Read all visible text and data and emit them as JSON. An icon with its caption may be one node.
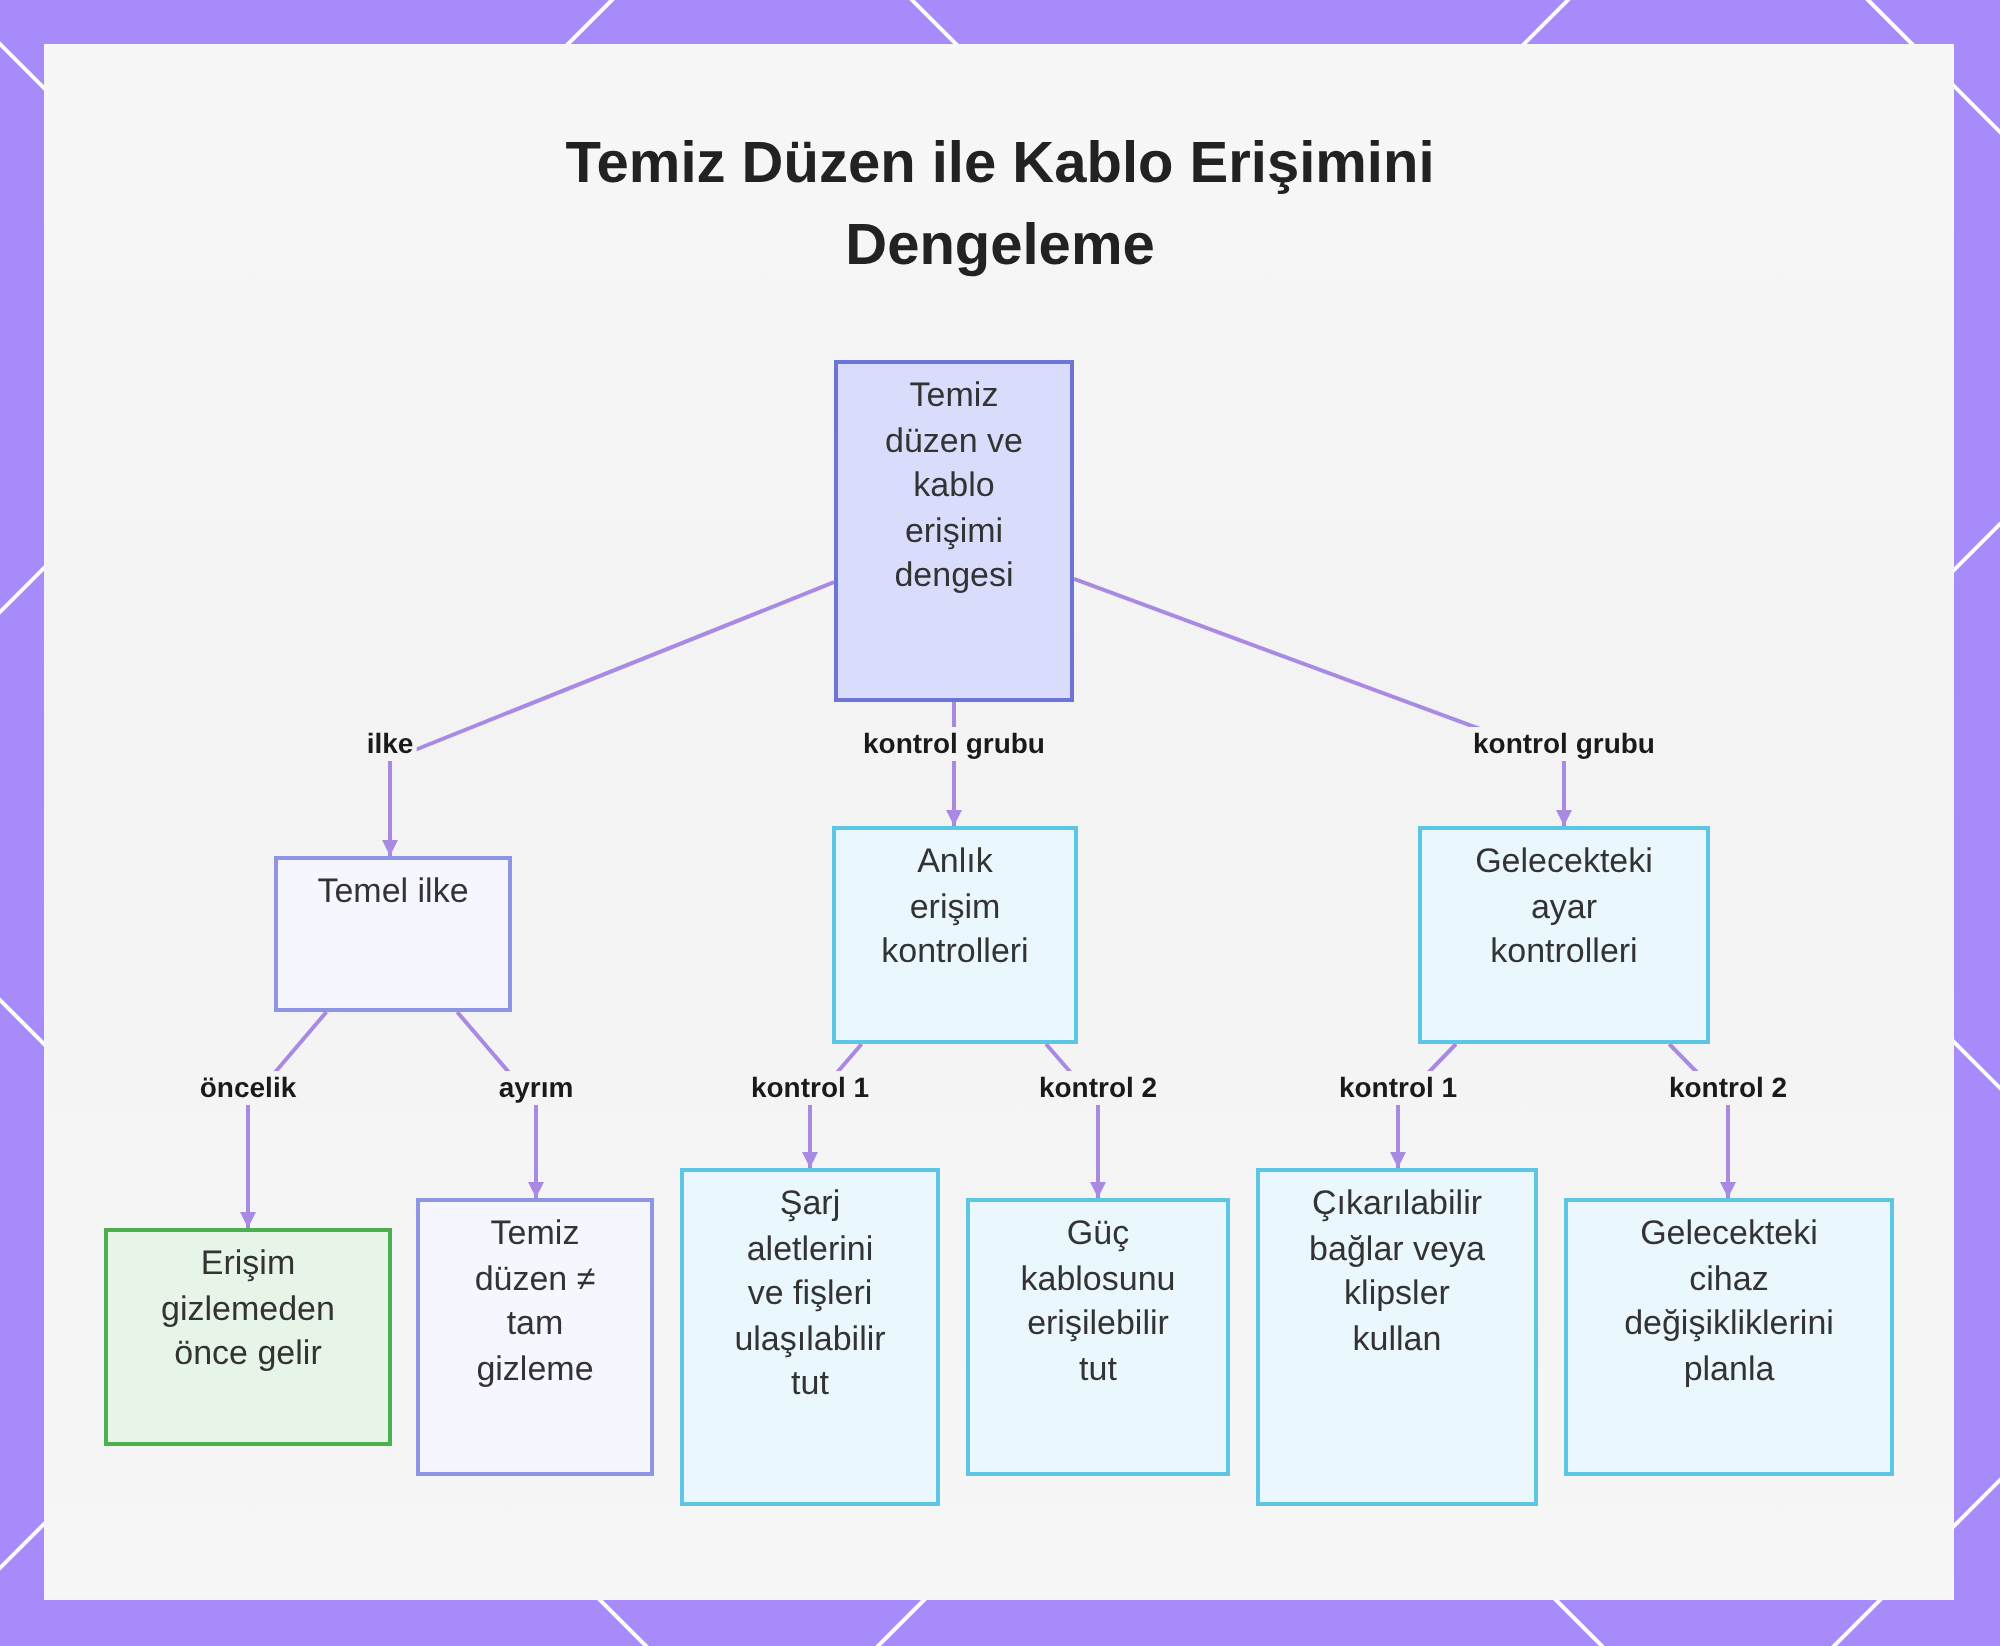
{
  "diagram": {
    "title": "Temiz Düzen ile Kablo Erişimini Dengeleme",
    "nodes": [
      {
        "text": [
          "Temiz düzen ve kablo erişimi dengesi"
        ]
      },
      {
        "text": [
          "Temel ilke"
        ]
      },
      {
        "text": [
          "Anlık erişim kontrolleri"
        ]
      },
      {
        "text": [
          "Gelecekteki ayar kontrolleri"
        ]
      },
      {
        "text": [
          "Erişim gizlemeden önce gelir"
        ]
      },
      {
        "text": [
          "Temiz düzen ≠ tam gizleme"
        ]
      },
      {
        "text": [
          "Şarj aletlerini ve fişleri ulaşılabilir tut"
        ]
      },
      {
        "text": [
          "Güç kablosunu erişilebilir tut"
        ]
      },
      {
        "text": [
          "Çıkarılabilir bağlar veya klipsler kullan"
        ]
      },
      {
        "text": [
          "Gelecekteki cihaz değişikliklerini planla"
        ]
      }
    ],
    "edges": [
      {
        "from": 0,
        "to": 1,
        "arrow": "to",
        "label": "ilke"
      },
      {
        "from": 0,
        "to": 2,
        "arrow": "to",
        "label": "kontrol grubu"
      },
      {
        "from": 0,
        "to": 3,
        "arrow": "to",
        "label": "kontrol grubu"
      },
      {
        "from": 1,
        "to": 4,
        "arrow": "to",
        "label": "öncelik"
      },
      {
        "from": 1,
        "to": 5,
        "arrow": "to",
        "label": "ayrım"
      },
      {
        "from": 2,
        "to": 6,
        "arrow": "to",
        "label": "kontrol 1"
      },
      {
        "from": 2,
        "to": 7,
        "arrow": "to",
        "label": "kontrol 2"
      },
      {
        "from": 3,
        "to": 8,
        "arrow": "to",
        "label": "kontrol 1"
      },
      {
        "from": 3,
        "to": 9,
        "arrow": "to",
        "label": "kontrol 2"
      }
    ]
  }
}
